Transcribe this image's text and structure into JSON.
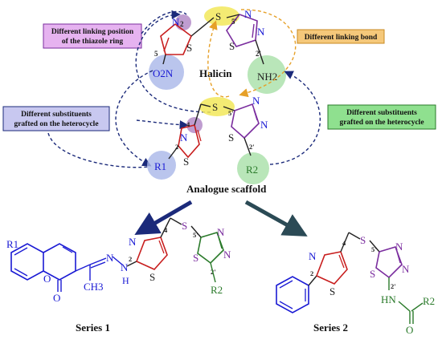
{
  "molecule_title": "Halicin",
  "scaffold_title": "Analogue scaffold",
  "series": [
    {
      "label": "Series 1"
    },
    {
      "label": "Series 2"
    }
  ],
  "annotations": [
    {
      "text": "Different linking position\nof the thiazole ring",
      "color": "#e6b3f0"
    },
    {
      "text": "Different linking bond",
      "color": "#f5c87a"
    },
    {
      "text": "Different substituents\ngrafted on the heterocycle",
      "color": "#c8c8f0"
    },
    {
      "text": "Different substituents\ngrafted on the heterocycle",
      "color": "#8fe08f"
    }
  ],
  "atoms": {
    "N": "N",
    "S": "S",
    "O": "O",
    "H": "H",
    "O2N": "O2N",
    "NH2": "NH2",
    "R1": "R1",
    "R2": "R2",
    "CH3": "CH3",
    "pos2": "2",
    "pos4": "4",
    "pos5": "5",
    "pos2p": "2'",
    "pos5p": "5'",
    "HN": "HN",
    "NH": "NH"
  },
  "colors": {
    "ring_blue": "#1a1ad4",
    "ring_red": "#c81e1e",
    "ring_purple": "#7a2d9e",
    "ring_green": "#2a7a2a",
    "arrow_navy": "#1b2a7a",
    "arrow_slate": "#2b4a55",
    "dashed_navy": "#1b2a7a",
    "dashed_orange": "#e6a028",
    "highlight_yellow": "#f2e85a",
    "circle_purple": "#a97cc0",
    "circle_blue": "#a9b6e8",
    "circle_green": "#a8e0a8"
  }
}
